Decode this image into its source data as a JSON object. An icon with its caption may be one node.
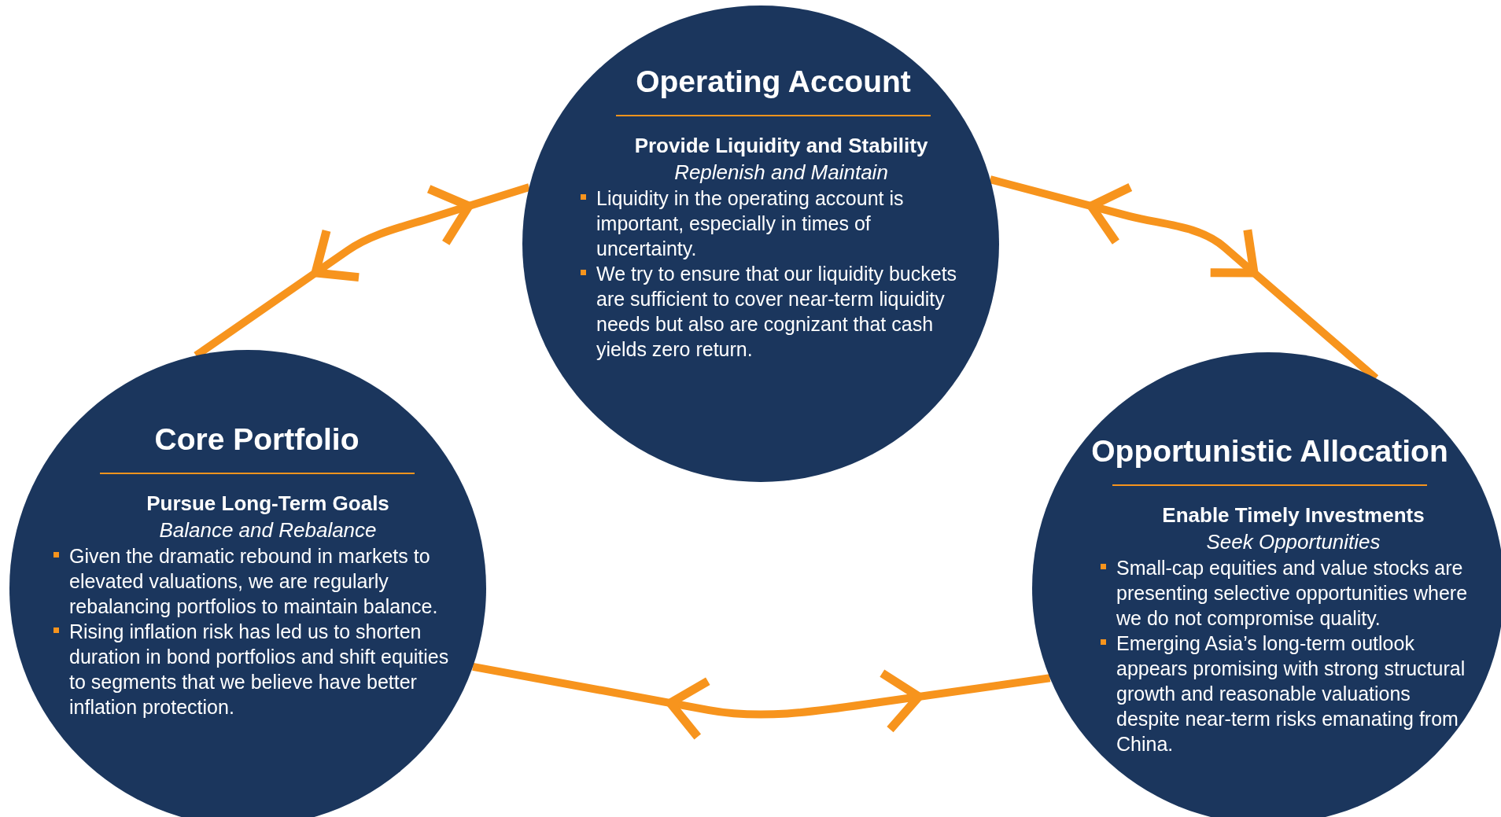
{
  "diagram": {
    "nodes": [
      {
        "text": [
          "Operating Account",
          "Provide Liquidity and Stability",
          "Replenish and Maintain",
          "Liquidity in the operating account is important, especially in times of uncertainty.",
          "We try to ensure that our liquidity buckets are sufficient to cover near-term liquidity needs but also are cognizant that cash yields zero return."
        ]
      },
      {
        "text": [
          "Core Portfolio",
          "Pursue Long-Term Goals",
          "Balance and Rebalance",
          "Given the dramatic rebound in markets to elevated valuations, we are regularly rebalancing portfolios to maintain balance.",
          "Rising inflation risk has led us to shorten duration in bond portfolios and shift equities to segments that we believe have better inflation protection."
        ]
      },
      {
        "text": [
          "Opportunistic Allocation",
          "Enable Timely Investments",
          "Seek Opportunities",
          "Small-cap equities and value stocks are presenting selective opportunities where we do not compromise quality.",
          "Emerging Asia’s long-term outlook appears promising with strong structural growth and reasonable valuations despite near-term risks emanating from China."
        ]
      }
    ],
    "edges": [
      {
        "from": 1,
        "to": 0,
        "arrow": "both"
      },
      {
        "from": 0,
        "to": 2,
        "arrow": "both"
      },
      {
        "from": 1,
        "to": 2,
        "arrow": "both"
      }
    ]
  }
}
